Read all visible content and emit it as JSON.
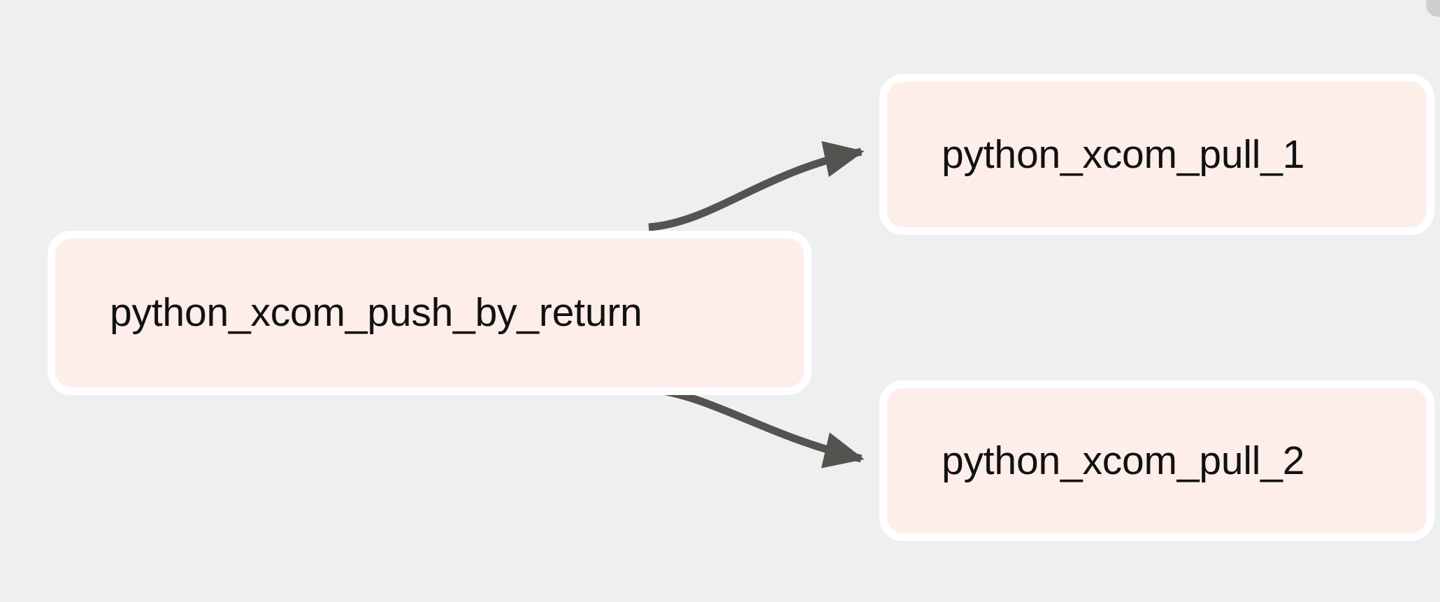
{
  "graph": {
    "background_color": "#efefef",
    "node_fill_color": "#fdeeea",
    "node_border_color": "#ffffff",
    "edge_color": "#555350",
    "label_color": "#111111",
    "nodes": [
      {
        "id": "python_xcom_push_by_return",
        "label": "python_xcom_push_by_return",
        "role": "upstream"
      },
      {
        "id": "python_xcom_pull_1",
        "label": "python_xcom_pull_1",
        "role": "downstream"
      },
      {
        "id": "python_xcom_pull_2",
        "label": "python_xcom_pull_2",
        "role": "downstream"
      }
    ],
    "edges": [
      {
        "id": "edge-push-to-pull-1",
        "from": "python_xcom_push_by_return",
        "to": "python_xcom_pull_1",
        "arrowhead": "triangle"
      },
      {
        "id": "edge-push-to-pull-2",
        "from": "python_xcom_push_by_return",
        "to": "python_xcom_pull_2",
        "arrowhead": "triangle"
      }
    ],
    "corner_handle": "circle-handle-icon"
  }
}
